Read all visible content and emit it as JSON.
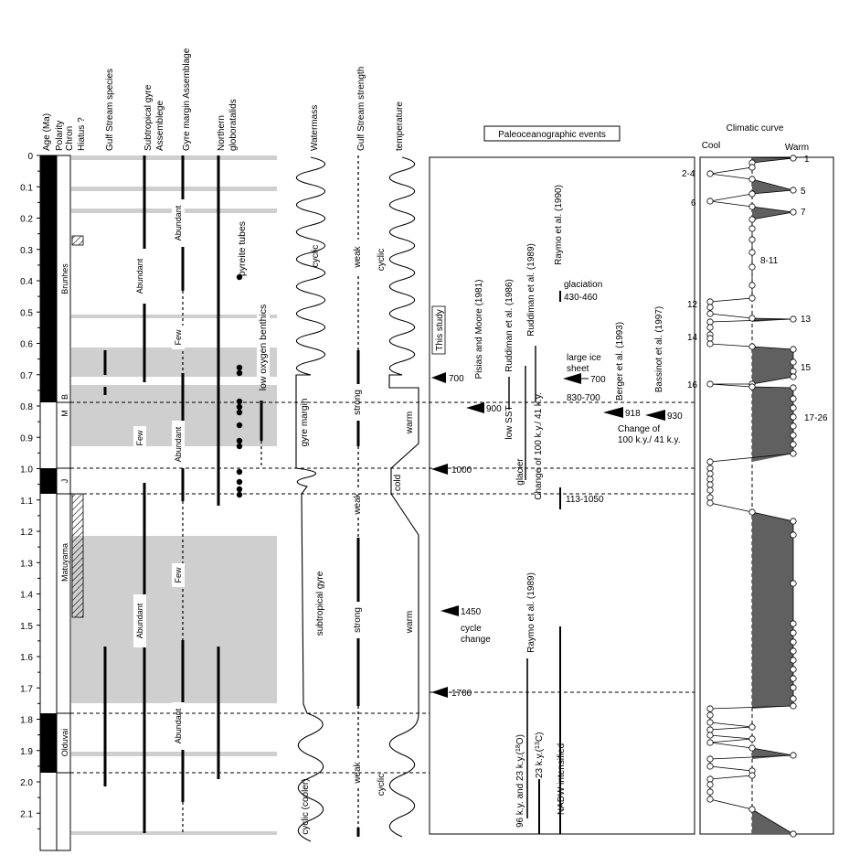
{
  "header": {
    "col_age": "Age (Ma)",
    "col_polarity": "Polarity",
    "col_chron": "Chron",
    "col_hiatus": "Hiatus ?",
    "col_gulf_species": "Gulf Stream species",
    "col_subtropical": "Subtropical gyre Assemblege",
    "col_gyre_margin": "Gyre margin Assemblage",
    "col_northern": "Northern globoratalids",
    "col_watermass": "Watermass",
    "col_gs_strength": "Gulf Stream strength",
    "col_temperature": "temperature",
    "events_box": "Paleoceanographic events",
    "climatic_curve": "Climatic curve",
    "cool": "Cool",
    "warm": "Warm"
  },
  "age_ticks": [
    "0",
    "0.1",
    "0.2",
    "0.3",
    "0.4",
    "0.5",
    "0.6",
    "0.7",
    "0.8",
    "0.9",
    "1.0",
    "1.1",
    "1.2",
    "1.3",
    "1.4",
    "1.5",
    "1.6",
    "1.7",
    "1.8",
    "1.9",
    "2.0",
    "2.1"
  ],
  "chrons": {
    "brunhes": "Brunhes",
    "b": "B",
    "m": "M",
    "j": "J",
    "matuyama": "Matuyama",
    "olduvai": "Olduvai"
  },
  "labels": {
    "abundant_subtropical_upper": "Abundant",
    "abundant_subtropical_lower": "Abundant",
    "abundant_gyre_upper": "Abundant",
    "few_gyre_upper": "Few",
    "few_subtropical": "Few",
    "abundant_gyre_mid": "Abundant",
    "few_gyre_lower": "Few",
    "abundant_gyre_lower": "Abundant",
    "pyrite": "pyreite tubes",
    "low_oxygen": "low oxygen benthics",
    "cyclic_watermass": "cyclic",
    "gyre_margin": "gyre margin",
    "subtropical_gyre": "subtropical gyre",
    "cyclic_cooler": "cyclic (cooler)",
    "weak_upper": "weak",
    "strong_upper": "strong",
    "weak_mid": "weak",
    "strong_lower": "strong",
    "weak_lower": "weak",
    "cyclic_temp_upper": "cyclic",
    "warm_upper": "warm",
    "cold": "cold",
    "warm_lower": "warm",
    "cyclic_temp_lower": "cyclic"
  },
  "events": {
    "this_study": "This study",
    "pisias": "Pisias and Moore (1981)",
    "ruddiman86": "Ruddiman et al. (1986)",
    "ruddiman89": "Ruddiman et al. (1989)",
    "raymo90": "Raymo et al. (1990)",
    "berger": "Berger et al. (1993)",
    "bassinot": "Bassinot et al. (1997)",
    "raymo89": "Raymo et al. (1989)",
    "glaciation": "glaciation",
    "range_430_460": "430-460",
    "large_ice": "large ice",
    "sheet": "sheet",
    "v700b": "700",
    "v700a": "700",
    "range_830_700": "830-700",
    "v900": "900",
    "v918": "918",
    "v930": "930",
    "change_of": "Change of",
    "change_of_val": "100 k.y./ 41 k.y.",
    "low_sst": "low SST",
    "glacier": "glacier",
    "change_100_41": "Change of 100 k.y./ 41 k.y.",
    "v1000": "1000",
    "range_113_1050": "113-1050",
    "v1450": "1450",
    "cycle": "cycle",
    "change": "change",
    "v1700": "1700",
    "ky96": "96 k.y. and 23 k.y.(",
    "o18": "18",
    "o_close": "O)",
    "ky23": "23 k.y.(",
    "c13": "13",
    "c_close": "C)",
    "nadw": "NADW intensified"
  },
  "stages": {
    "s1": "1",
    "s2_4": "2-4",
    "s5": "5",
    "s6": "6",
    "s7": "7",
    "s8_11": "8-11",
    "s12": "12",
    "s13": "13",
    "s14": "14",
    "s15": "15",
    "s16": "16",
    "s17_26": "17-26"
  }
}
